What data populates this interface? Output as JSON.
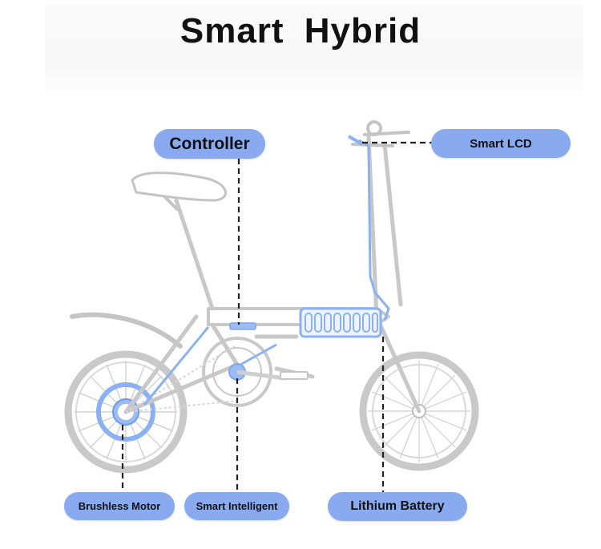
{
  "title": "Smart  Hybrid",
  "labels": {
    "controller": "Controller",
    "smart_lcd": "Smart LCD",
    "brushless_motor": "Brushless Motor",
    "smart_intelligent": "Smart Intelligent",
    "lithium_battery": "Lithium Battery"
  },
  "colors": {
    "label_fill": "#8aaaf0",
    "highlight": "#8ab2f2",
    "frame": "#c8c8c8"
  },
  "icons": [
    "folding-ebike-illustration"
  ]
}
